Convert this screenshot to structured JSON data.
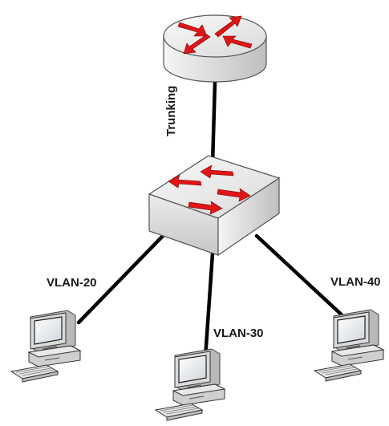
{
  "labels": {
    "trunk": "Trunking",
    "vlan_a": "VLAN-20",
    "vlan_b": "VLAN-30",
    "vlan_c": "VLAN-40"
  },
  "colors": {
    "arrow": "#e01616",
    "device_face": "#e6e6e6",
    "device_shade": "#bdbdbd",
    "link": "#000000"
  },
  "icons": {
    "router": "router-icon",
    "switch": "switch-icon",
    "computer": "computer-icon"
  }
}
